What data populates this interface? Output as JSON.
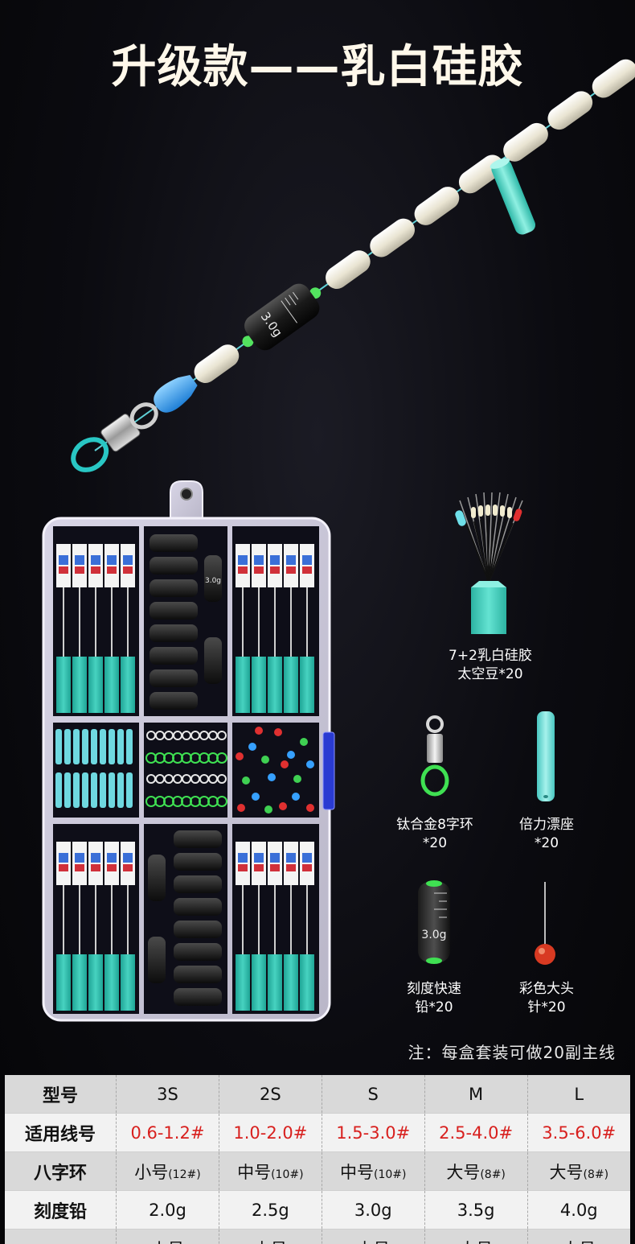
{
  "headline": "升级款——乳白硅胶",
  "rig": {
    "sinker_mark": "3.0g"
  },
  "box": {
    "sinker_mark": "3.0g",
    "small_mark": "3.0g"
  },
  "components": [
    {
      "line1": "7+2乳白硅胶",
      "line2": "太空豆*20"
    },
    {
      "line1": "钛合金8字环",
      "line2": "*20"
    },
    {
      "line1": "倍力漂座",
      "line2": "*20"
    },
    {
      "line1": "刻度快速",
      "line2": "铅*20"
    },
    {
      "line1": "彩色大头",
      "line2": "针*20"
    }
  ],
  "component_sinker_mark": "3.0g",
  "note": "注：每盒套装可做20副主线",
  "table": {
    "header": {
      "label": "型号",
      "cols": [
        "3S",
        "2S",
        "S",
        "M",
        "L"
      ]
    },
    "line_row": {
      "label": "适用线号",
      "cols": [
        "0.6-1.2#",
        "1.0-2.0#",
        "1.5-3.0#",
        "2.5-4.0#",
        "3.5-6.0#"
      ]
    },
    "swivel_row": {
      "label": "八字环",
      "cols": [
        {
          "main": "小号",
          "sub": "(12#)"
        },
        {
          "main": "中号",
          "sub": "(10#)"
        },
        {
          "main": "中号",
          "sub": "(10#)"
        },
        {
          "main": "大号",
          "sub": "(8#)"
        },
        {
          "main": "大号",
          "sub": "(8#)"
        }
      ]
    },
    "sinker_row": {
      "label": "刻度铅",
      "cols": [
        "2.0g",
        "2.5g",
        "3.0g",
        "3.5g",
        "4.0g"
      ]
    },
    "cut_row": {
      "cols": [
        "小号",
        "中号",
        "中号",
        "大号",
        "大号"
      ]
    }
  },
  "colors": {
    "teal": "#4fd6c4",
    "bead_white": "#ece7d7",
    "red_value": "#d8201e",
    "box_frame": "#c9c6d6"
  }
}
